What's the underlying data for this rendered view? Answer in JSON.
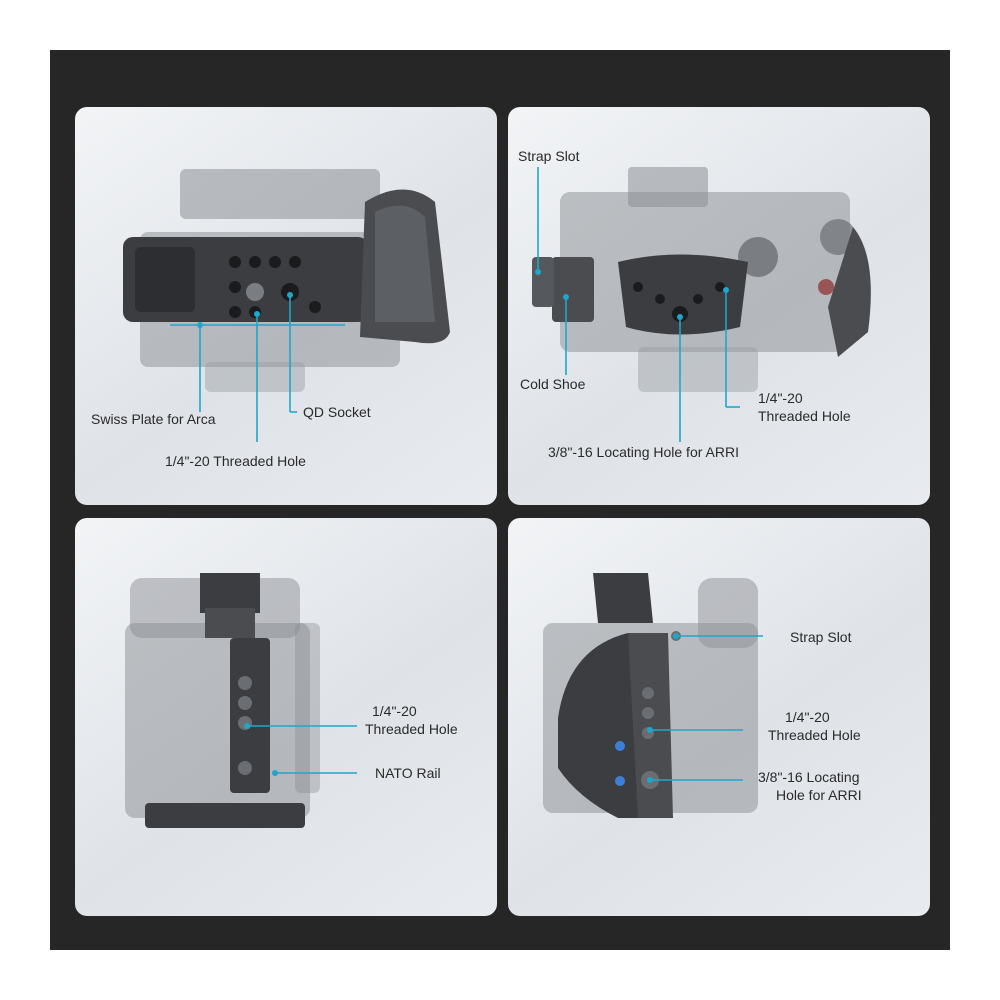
{
  "panels": [
    {
      "id": "top-view",
      "labels": {
        "qd_socket": "QD Socket",
        "swiss_plate": "Swiss Plate for Arca",
        "threaded_hole": "1/4\"-20 Threaded Hole"
      }
    },
    {
      "id": "rear-view",
      "labels": {
        "strap_slot": "Strap Slot",
        "cold_shoe": "Cold Shoe",
        "threaded_hole_line1": "1/4\"-20",
        "threaded_hole_line2": "Threaded Hole",
        "locating_hole": "3/8\"-16 Locating Hole for ARRI"
      }
    },
    {
      "id": "left-side-view",
      "labels": {
        "threaded_hole_line1": "1/4\"-20",
        "threaded_hole_line2": "Threaded Hole",
        "nato_rail": "NATO Rail"
      }
    },
    {
      "id": "right-side-view",
      "labels": {
        "strap_slot": "Strap Slot",
        "threaded_hole_line1": "1/4\"-20",
        "threaded_hole_line2": "Threaded Hole",
        "locating_hole_line1": "3/8\"-16 Locating",
        "locating_hole_line2": "Hole for ARRI"
      }
    }
  ],
  "colors": {
    "frame": "#262626",
    "callout": "#1fa6c9",
    "text": "#2a2a2a"
  }
}
